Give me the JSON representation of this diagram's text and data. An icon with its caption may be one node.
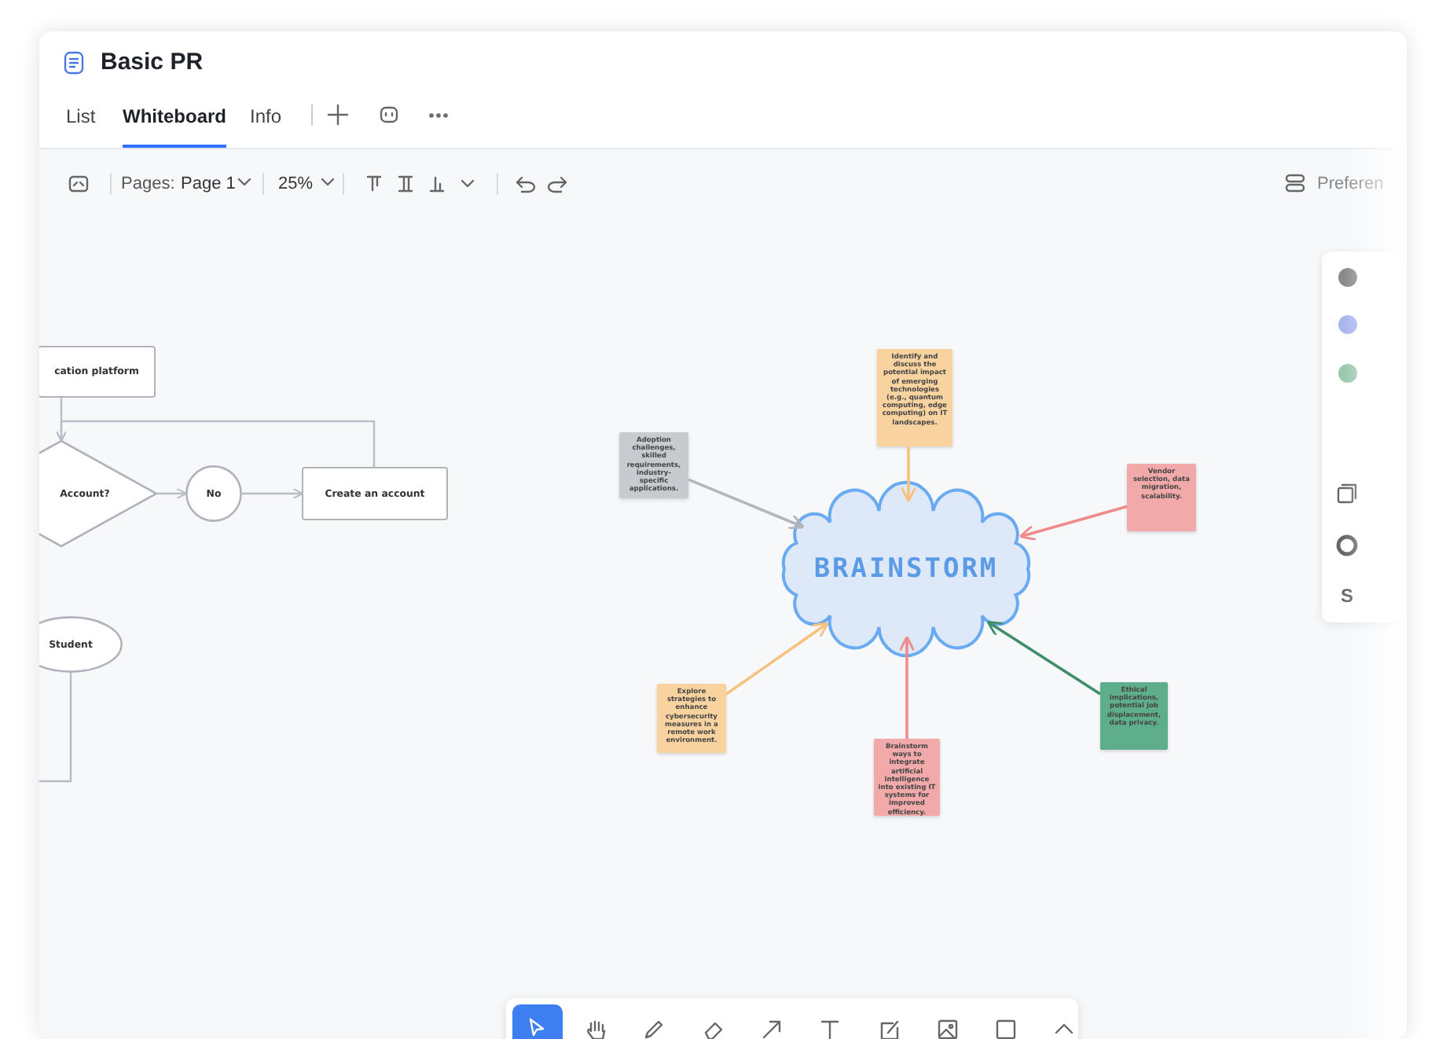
{
  "diagram": {
    "nodes": [
      {
        "text": [
          "cation platform"
        ]
      },
      {
        "text": [
          "Account?"
        ]
      },
      {
        "text": [
          "No"
        ]
      },
      {
        "text": [
          "Create an account"
        ]
      },
      {
        "text": [
          "Student"
        ]
      },
      {
        "text": [
          "BRAINSTORM"
        ]
      },
      {
        "text": [
          "Adoption challenges, skilled requirements, industry-specific applications."
        ]
      },
      {
        "text": [
          "Identify and discuss the potential impact of emerging technologies (e.g., quantum computing, edge computing) on IT landscapes."
        ]
      },
      {
        "text": [
          "Vendor selection, data migration, scalability."
        ]
      },
      {
        "text": [
          "Explore strategies to enhance cybersecurity measures in a remote work environment."
        ]
      },
      {
        "text": [
          "Brainstorm ways to integrate artificial intelligence into existing IT systems for improved efficiency."
        ]
      },
      {
        "text": [
          "Ethical implications, potential job displacement, data privacy."
        ]
      }
    ],
    "edges": [
      {
        "from": 0,
        "to": 1,
        "arrow": "to"
      },
      {
        "from": 1,
        "to": 2,
        "arrow": "to"
      },
      {
        "from": 2,
        "to": 3,
        "arrow": "to"
      },
      {
        "from": 3,
        "to": 1,
        "arrow": "to"
      },
      {
        "from": 4,
        "to": null,
        "arrow": "none"
      },
      {
        "from": 6,
        "to": 5,
        "arrow": "to",
        "color": "#b4b6ba"
      },
      {
        "from": 7,
        "to": 5,
        "arrow": "to",
        "color": "#f6c27e"
      },
      {
        "from": 8,
        "to": 5,
        "arrow": "to",
        "color": "#ef8b8b"
      },
      {
        "from": 9,
        "to": 5,
        "arrow": "to",
        "color": "#f6c27e"
      },
      {
        "from": 10,
        "to": 5,
        "arrow": "to",
        "color": "#ef8b8b"
      },
      {
        "from": 11,
        "to": 5,
        "arrow": "to",
        "color": "#3e8e68"
      }
    ],
    "labels": [
      "Basic PR",
      "List",
      "Whiteboard",
      "Info",
      "Pages:",
      "Page 1",
      "25%",
      "Preferen",
      "S"
    ]
  }
}
